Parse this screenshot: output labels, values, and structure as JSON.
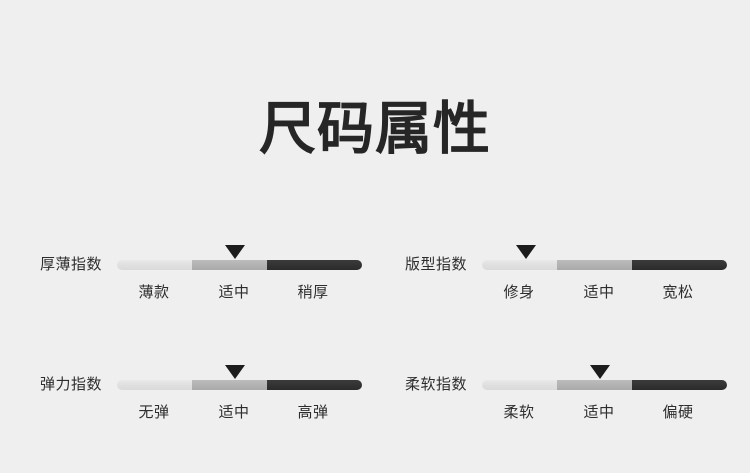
{
  "page": {
    "background_color": "#efefef",
    "title": "尺码属性"
  },
  "theme": {
    "segment_light_color": "#e2e2e2",
    "segment_mid_color": "#b2b2b2",
    "segment_dark_color": "#333333",
    "marker_color": "#1c1c1c",
    "text_color": "#2d2d2d",
    "title_color": "#262626"
  },
  "meters": [
    {
      "id": "thickness",
      "label": "厚薄指数",
      "options": [
        "薄款",
        "适中",
        "稍厚"
      ],
      "selected_index": 1,
      "marker_percent": 48
    },
    {
      "id": "fit",
      "label": "版型指数",
      "options": [
        "修身",
        "适中",
        "宽松"
      ],
      "selected_index": 0,
      "marker_percent": 18
    },
    {
      "id": "elasticity",
      "label": "弹力指数",
      "options": [
        "无弹",
        "适中",
        "高弹"
      ],
      "selected_index": 1,
      "marker_percent": 48
    },
    {
      "id": "softness",
      "label": "柔软指数",
      "options": [
        "柔软",
        "适中",
        "偏硬"
      ],
      "selected_index": 1,
      "marker_percent": 48
    }
  ]
}
